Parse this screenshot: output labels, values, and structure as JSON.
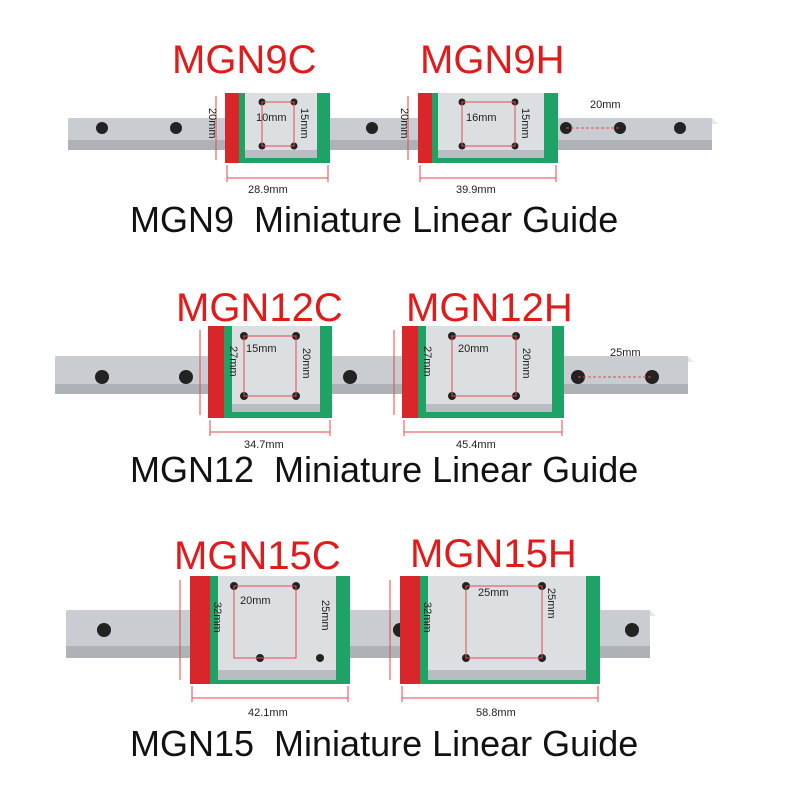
{
  "colors": {
    "label_red": "#e01b1b",
    "block_green": "#1ea266",
    "block_red": "#d9262a",
    "rail_steel": "#c9ccd0",
    "dim_line": "#e24a4a"
  },
  "sections": [
    {
      "series": "MGN9",
      "caption": "MGN9  Miniature Linear Guide",
      "blocks": [
        {
          "label": "MGN9C",
          "width": "28.9mm",
          "height": "20mm",
          "hole_h": "10mm",
          "hole_v": "15mm"
        },
        {
          "label": "MGN9H",
          "width": "39.9mm",
          "height": "20mm",
          "hole_h": "16mm",
          "hole_v": "15mm"
        }
      ],
      "rail_pitch": "20mm"
    },
    {
      "series": "MGN12",
      "caption": "MGN12  Miniature Linear Guide",
      "blocks": [
        {
          "label": "MGN12C",
          "width": "34.7mm",
          "height": "27mm",
          "hole_h": "15mm",
          "hole_v": "20mm"
        },
        {
          "label": "MGN12H",
          "width": "45.4mm",
          "height": "27mm",
          "hole_h": "20mm",
          "hole_v": "20mm"
        }
      ],
      "rail_pitch": "25mm"
    },
    {
      "series": "MGN15",
      "caption": "MGN15  Miniature Linear Guide",
      "blocks": [
        {
          "label": "MGN15C",
          "width": "42.1mm",
          "height": "32mm",
          "hole_h": "20mm",
          "hole_v": "25mm"
        },
        {
          "label": "MGN15H",
          "width": "58.8mm",
          "height": "32mm",
          "hole_h": "25mm",
          "hole_v": "25mm"
        }
      ],
      "rail_pitch": ""
    }
  ]
}
